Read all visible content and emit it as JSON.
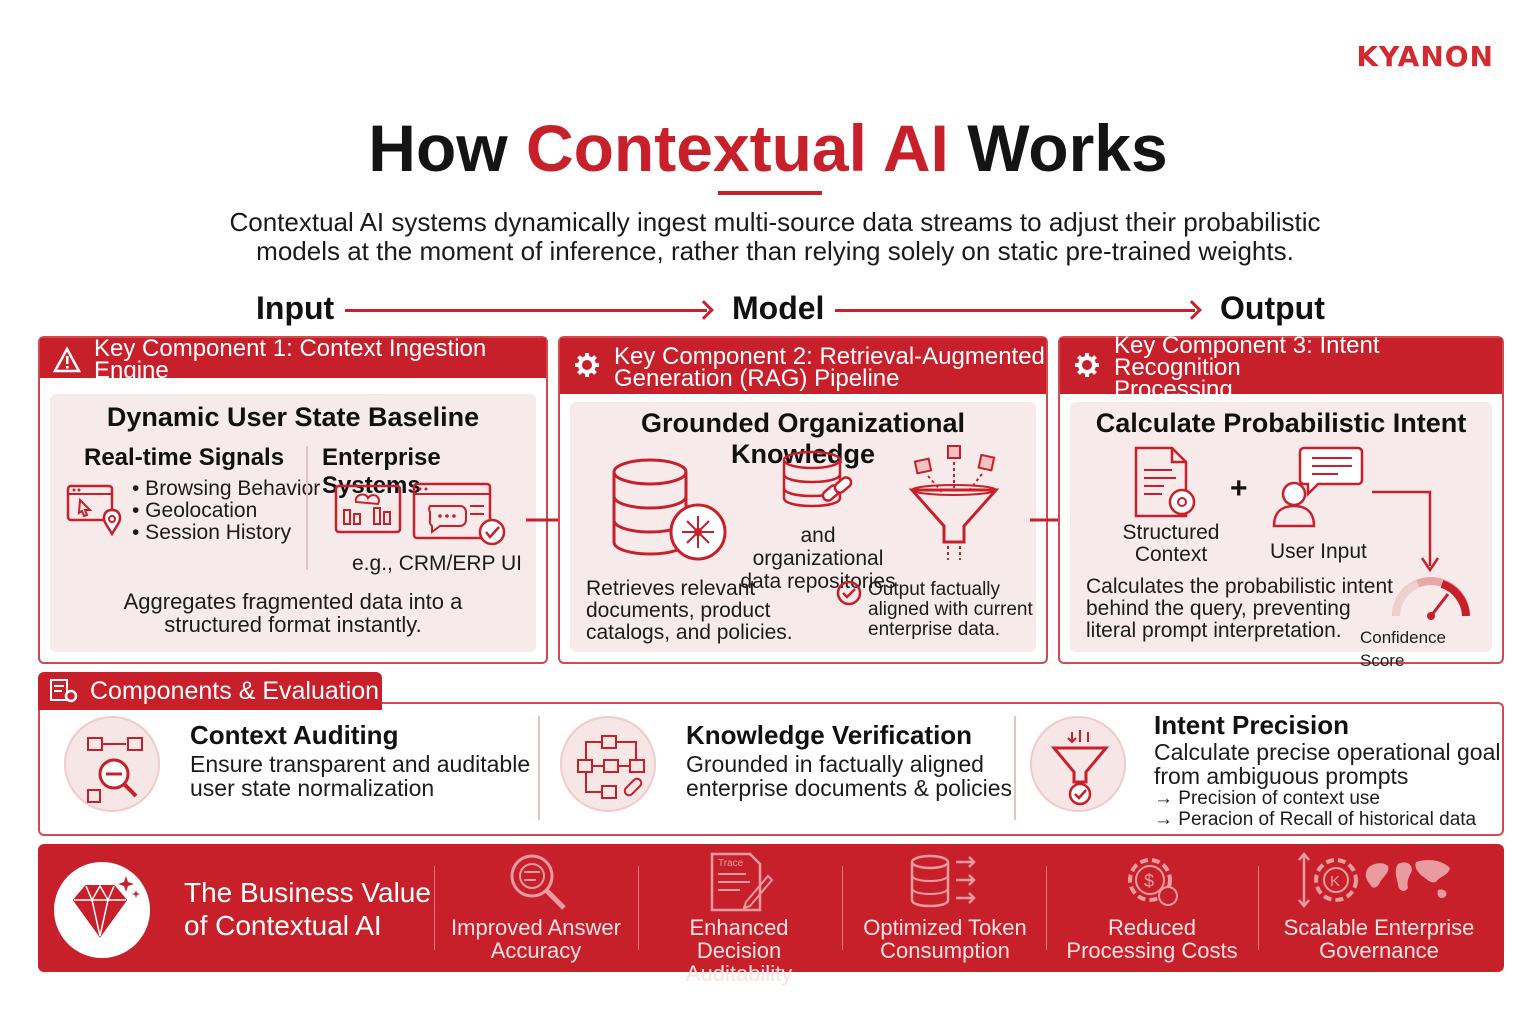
{
  "brand": {
    "logo_text": "KYANON"
  },
  "header": {
    "title_part1": "How ",
    "title_accent": "Contextual AI",
    "title_part2": " Works",
    "subtitle_line1": "Contextual AI systems dynamically ingest multi-source data streams to adjust their probabilistic",
    "subtitle_line2": "models at the moment of inference, rather than relying solely on static pre-trained weights."
  },
  "flow": {
    "input": "Input",
    "model": "Model",
    "output": "Output"
  },
  "card1": {
    "header": "Key Component 1: Context Ingestion Engine",
    "title": "Dynamic User State Baseline",
    "left_heading": "Real-time Signals",
    "signals": [
      "• Browsing Behavior",
      "• Geolocation",
      "• Session History"
    ],
    "right_heading": "Enterprise Systems",
    "enterprise_caption": "e.g., CRM/ERP UI",
    "footer_line1": "Aggregates fragmented data into a",
    "footer_line2": "structured format instantly."
  },
  "card2": {
    "header_line1": "Key Component 2: Retrieval-Augmented",
    "header_line2": "Generation (RAG) Pipeline",
    "title": "Grounded Organizational Knowledge",
    "repo_line1": "and organizational",
    "repo_line2": "data repositories",
    "left_line1": "Retrieves relevant",
    "left_line2": "documents, product",
    "left_line3": "catalogs, and policies.",
    "right_line1": "Output factually",
    "right_line2": "aligned with current",
    "right_line3": "enterprise data."
  },
  "card3": {
    "header_line1": "Key Component 3: Intent Recognition",
    "header_line2": "Processing",
    "title": "Calculate Probabilistic Intent",
    "structured_line1": "Structured",
    "structured_line2": "Context",
    "plus": "+",
    "user_input": "User Input",
    "desc_line1": "Calculates the probabilistic intent",
    "desc_line2": "behind the query, preventing",
    "desc_line3": "literal prompt interpretation.",
    "confidence": "Confidence Score"
  },
  "evaluation": {
    "tab_label": "Components & Evaluation",
    "items": [
      {
        "title": "Context Auditing",
        "line1": "Ensure transparent and auditable",
        "line2": "user state normalization"
      },
      {
        "title": "Knowledge Verification",
        "line1": "Grounded in factually aligned",
        "line2": "enterprise documents & policies"
      },
      {
        "title": "Intent Precision",
        "line1": "Calculate precise operational goal",
        "line2": "from ambiguous prompts",
        "bullet1": "→ Precision of context use",
        "bullet2": "→ Peracion of Recall of historical data"
      }
    ]
  },
  "value": {
    "title_line1": "The Business Value",
    "title_line2": "of Contextual AI",
    "trace_label": "Trace",
    "items": [
      {
        "line1": "Improved Answer",
        "line2": "Accuracy"
      },
      {
        "line1": "Enhanced Decision",
        "line2": "Auditability"
      },
      {
        "line1": "Optimized Token",
        "line2": "Consumption"
      },
      {
        "line1": "Reduced",
        "line2": "Processing Costs"
      },
      {
        "line1": "Scalable Enterprise",
        "line2": "Governance"
      }
    ]
  },
  "colors": {
    "accent": "#c8202a",
    "panel": "#f6eaea",
    "text": "#111111"
  }
}
